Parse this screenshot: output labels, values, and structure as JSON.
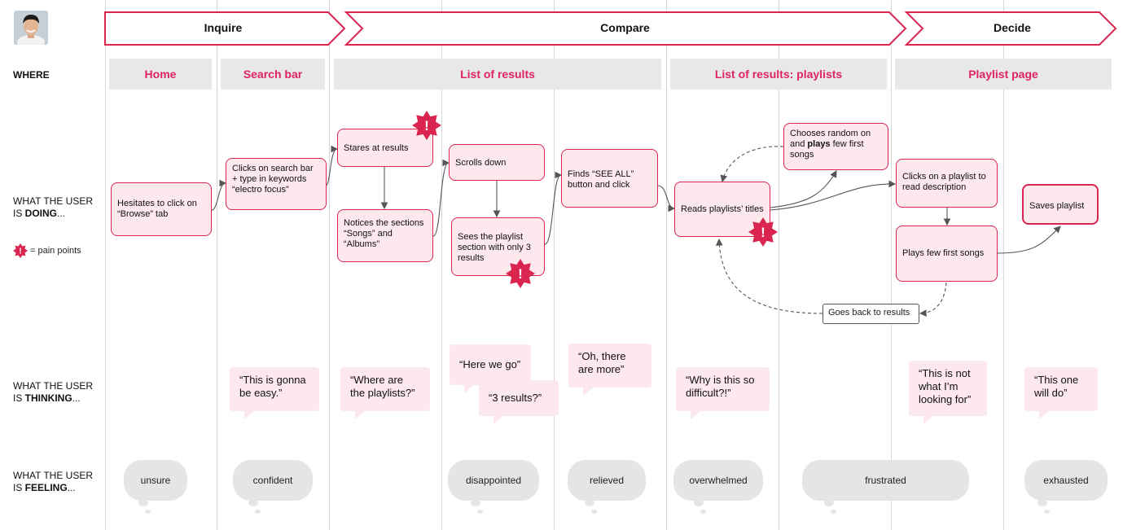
{
  "phases": [
    {
      "label": "Inquire"
    },
    {
      "label": "Compare"
    },
    {
      "label": "Decide"
    }
  ],
  "row_labels": {
    "where": "WHERE",
    "doing_pre": "WHAT THE USER",
    "doing_is": "IS ",
    "doing_bold": "DOING",
    "doing_post": "...",
    "pain_legend": "= pain points",
    "thinking_pre": "WHAT THE USER",
    "thinking_is": "IS ",
    "thinking_bold": "THINKING",
    "thinking_post": "...",
    "feeling_pre": "WHAT THE USER",
    "feeling_is": "IS ",
    "feeling_bold": "FEELING",
    "feeling_post": "..."
  },
  "where": [
    "Home",
    "Search bar",
    "List of results",
    "List of results: playlists",
    "Playlist page"
  ],
  "actions": {
    "hesitates": "Hesitates to click on “Browse” tab",
    "clicks_search": "Clicks on search bar + type in keywords “electro focus”",
    "stares": "Stares  at results",
    "notices": "Notices the sections “Songs” and “Albums”",
    "scrolls": "Scrolls down",
    "sees_playlist": "Sees the playlist section with only 3 results",
    "finds_see_all": "Finds “SEE ALL” button and click",
    "reads_titles": "Reads playlists’ titles",
    "chooses_pre": "Chooses random on and ",
    "chooses_bold": "plays",
    "chooses_post": " few first songs",
    "clicks_playlist": "Clicks on a playlist to read description",
    "plays_few": "Plays few first songs",
    "saves": "Saves playlist",
    "goes_back": "Goes back to results"
  },
  "pain_mark": "!",
  "thoughts": [
    "“This is gonna be easy.”",
    "“Where are the playlists?”",
    "“Here we go”",
    "“3 results?”",
    "“Oh, there are more”",
    "“Why is this so difficult?!”",
    "“This is not what I’m looking for”",
    "“This one will do”"
  ],
  "feelings": [
    "unsure",
    "confident",
    "disappointed",
    "relieved",
    "overwhelmed",
    "frustrated",
    "exhausted"
  ],
  "colors": {
    "accent": "#d9254f",
    "card_fill": "#fce8ed",
    "where_fill": "#e8e8ea",
    "cloud_fill": "#e5e5e7"
  }
}
